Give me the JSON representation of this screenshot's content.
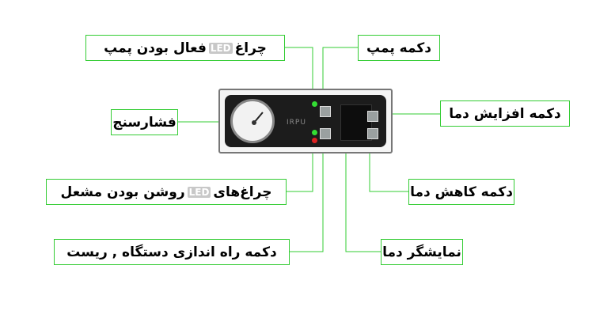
{
  "labels": {
    "pump_led": {
      "pre": "چراغ",
      "led": "LED",
      "post": "فعال بودن پمپ"
    },
    "pump_button": "دکمه پمپ",
    "gauge": "فشارسنج",
    "temp_up": "دکمه افزایش دما",
    "burner_led": {
      "pre": "چراغ‌های",
      "led": "LED",
      "post": "روشن بودن مشعل"
    },
    "temp_down": "دکمه کاهش دما",
    "start_reset": "دکمه راه اندازی دستگاه , ریست",
    "temp_display": "نمایشگر دما"
  },
  "panel": {
    "brand": "IRPU"
  },
  "colors": {
    "accent": "#33cc33",
    "led_green": "#33dd33",
    "led_red": "#dd2222"
  }
}
